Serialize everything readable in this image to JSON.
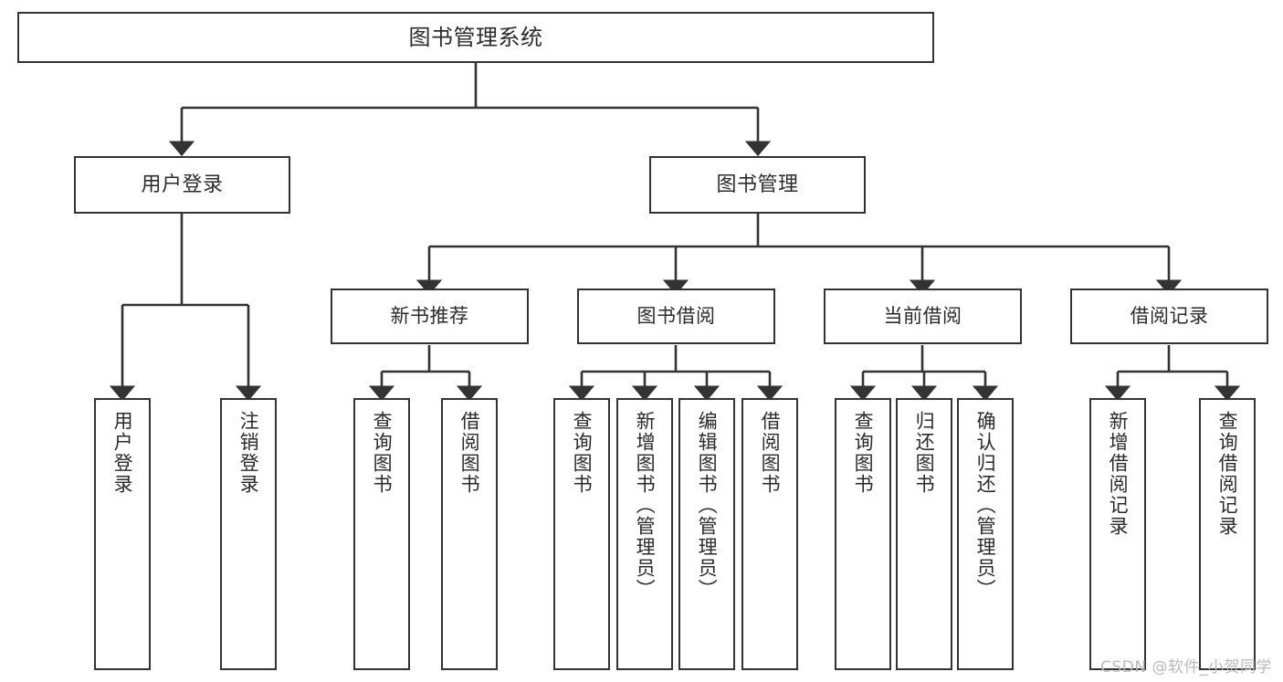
{
  "diagram": {
    "title": "图书管理系统",
    "type": "tree-hierarchy-chart",
    "colors": {
      "box_border": "#333333",
      "box_fill": "#ffffff",
      "edge": "#333333",
      "text": "#2b2b2b",
      "background": "#ffffff",
      "watermark": "#b9b9b9"
    }
  },
  "nodes": {
    "root": {
      "label": "图书管理系统"
    },
    "level2": [
      {
        "id": "user-login",
        "label": "用户登录"
      },
      {
        "id": "book-manage",
        "label": "图书管理"
      }
    ],
    "level3": [
      {
        "id": "new-book-recommend",
        "label": "新书推荐"
      },
      {
        "id": "book-borrow",
        "label": "图书借阅"
      },
      {
        "id": "current-borrow",
        "label": "当前借阅"
      },
      {
        "id": "borrow-record",
        "label": "借阅记录"
      }
    ],
    "leaves": {
      "user-login": [
        {
          "id": "leaf-user-login",
          "label": "用户登录"
        },
        {
          "id": "leaf-logout-login",
          "label": "注销登录"
        }
      ],
      "new-book-recommend": [
        {
          "id": "leaf-query-book-1",
          "label": "查询图书"
        },
        {
          "id": "leaf-borrow-book-1",
          "label": "借阅图书"
        }
      ],
      "book-borrow": [
        {
          "id": "leaf-query-book-2",
          "label": "查询图书"
        },
        {
          "id": "leaf-add-book",
          "label": "新增图书（管理员）"
        },
        {
          "id": "leaf-edit-book",
          "label": "编辑图书（管理员）"
        },
        {
          "id": "leaf-borrow-book-2",
          "label": "借阅图书"
        }
      ],
      "current-borrow": [
        {
          "id": "leaf-query-book-3",
          "label": "查询图书"
        },
        {
          "id": "leaf-return-book",
          "label": "归还图书"
        },
        {
          "id": "leaf-confirm-return",
          "label": "确认归还（管理员）"
        }
      ],
      "borrow-record": [
        {
          "id": "leaf-add-borrow-record",
          "label": "新增借阅记录"
        },
        {
          "id": "leaf-query-borrow-record",
          "label": "查询借阅记录"
        }
      ]
    }
  },
  "watermark": {
    "text": "CSDN @软件_小贺同学"
  }
}
